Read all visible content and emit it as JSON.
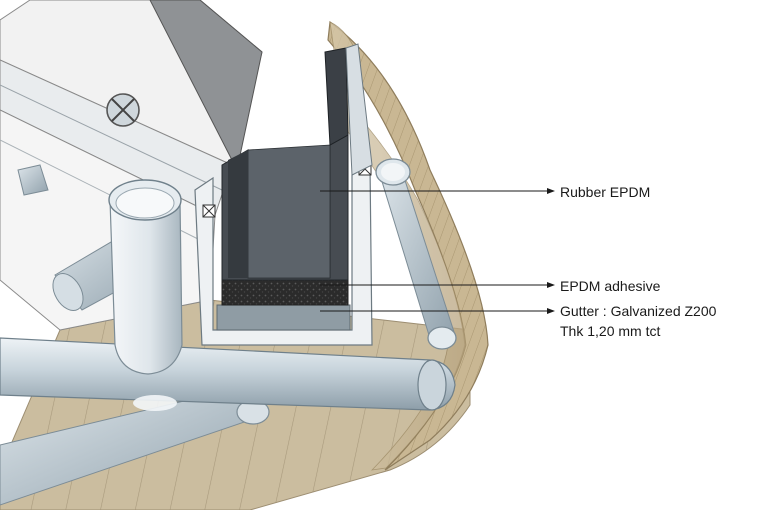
{
  "labels": {
    "rubber": "Rubber EPDM",
    "adhesive": "EPDM adhesive",
    "gutter_line1": "Gutter : Galvanized Z200",
    "gutter_line2": "Thk 1,20 mm tct"
  },
  "colors": {
    "deck": "#c8b99a",
    "deck_plank_line": "#a8997c",
    "shell_edge": "#b9a582",
    "tube_light": "#e7edf1",
    "tube_mid": "#bccad3",
    "tube_dark": "#8fa0ab",
    "epdm_dark": "#3d4248",
    "epdm_mid": "#585f66",
    "adhesive": "#2a2a2a",
    "gutter_steel": "#b9c5cd",
    "panel_white": "#f4f4f4",
    "leader": "#1a1a1a"
  }
}
